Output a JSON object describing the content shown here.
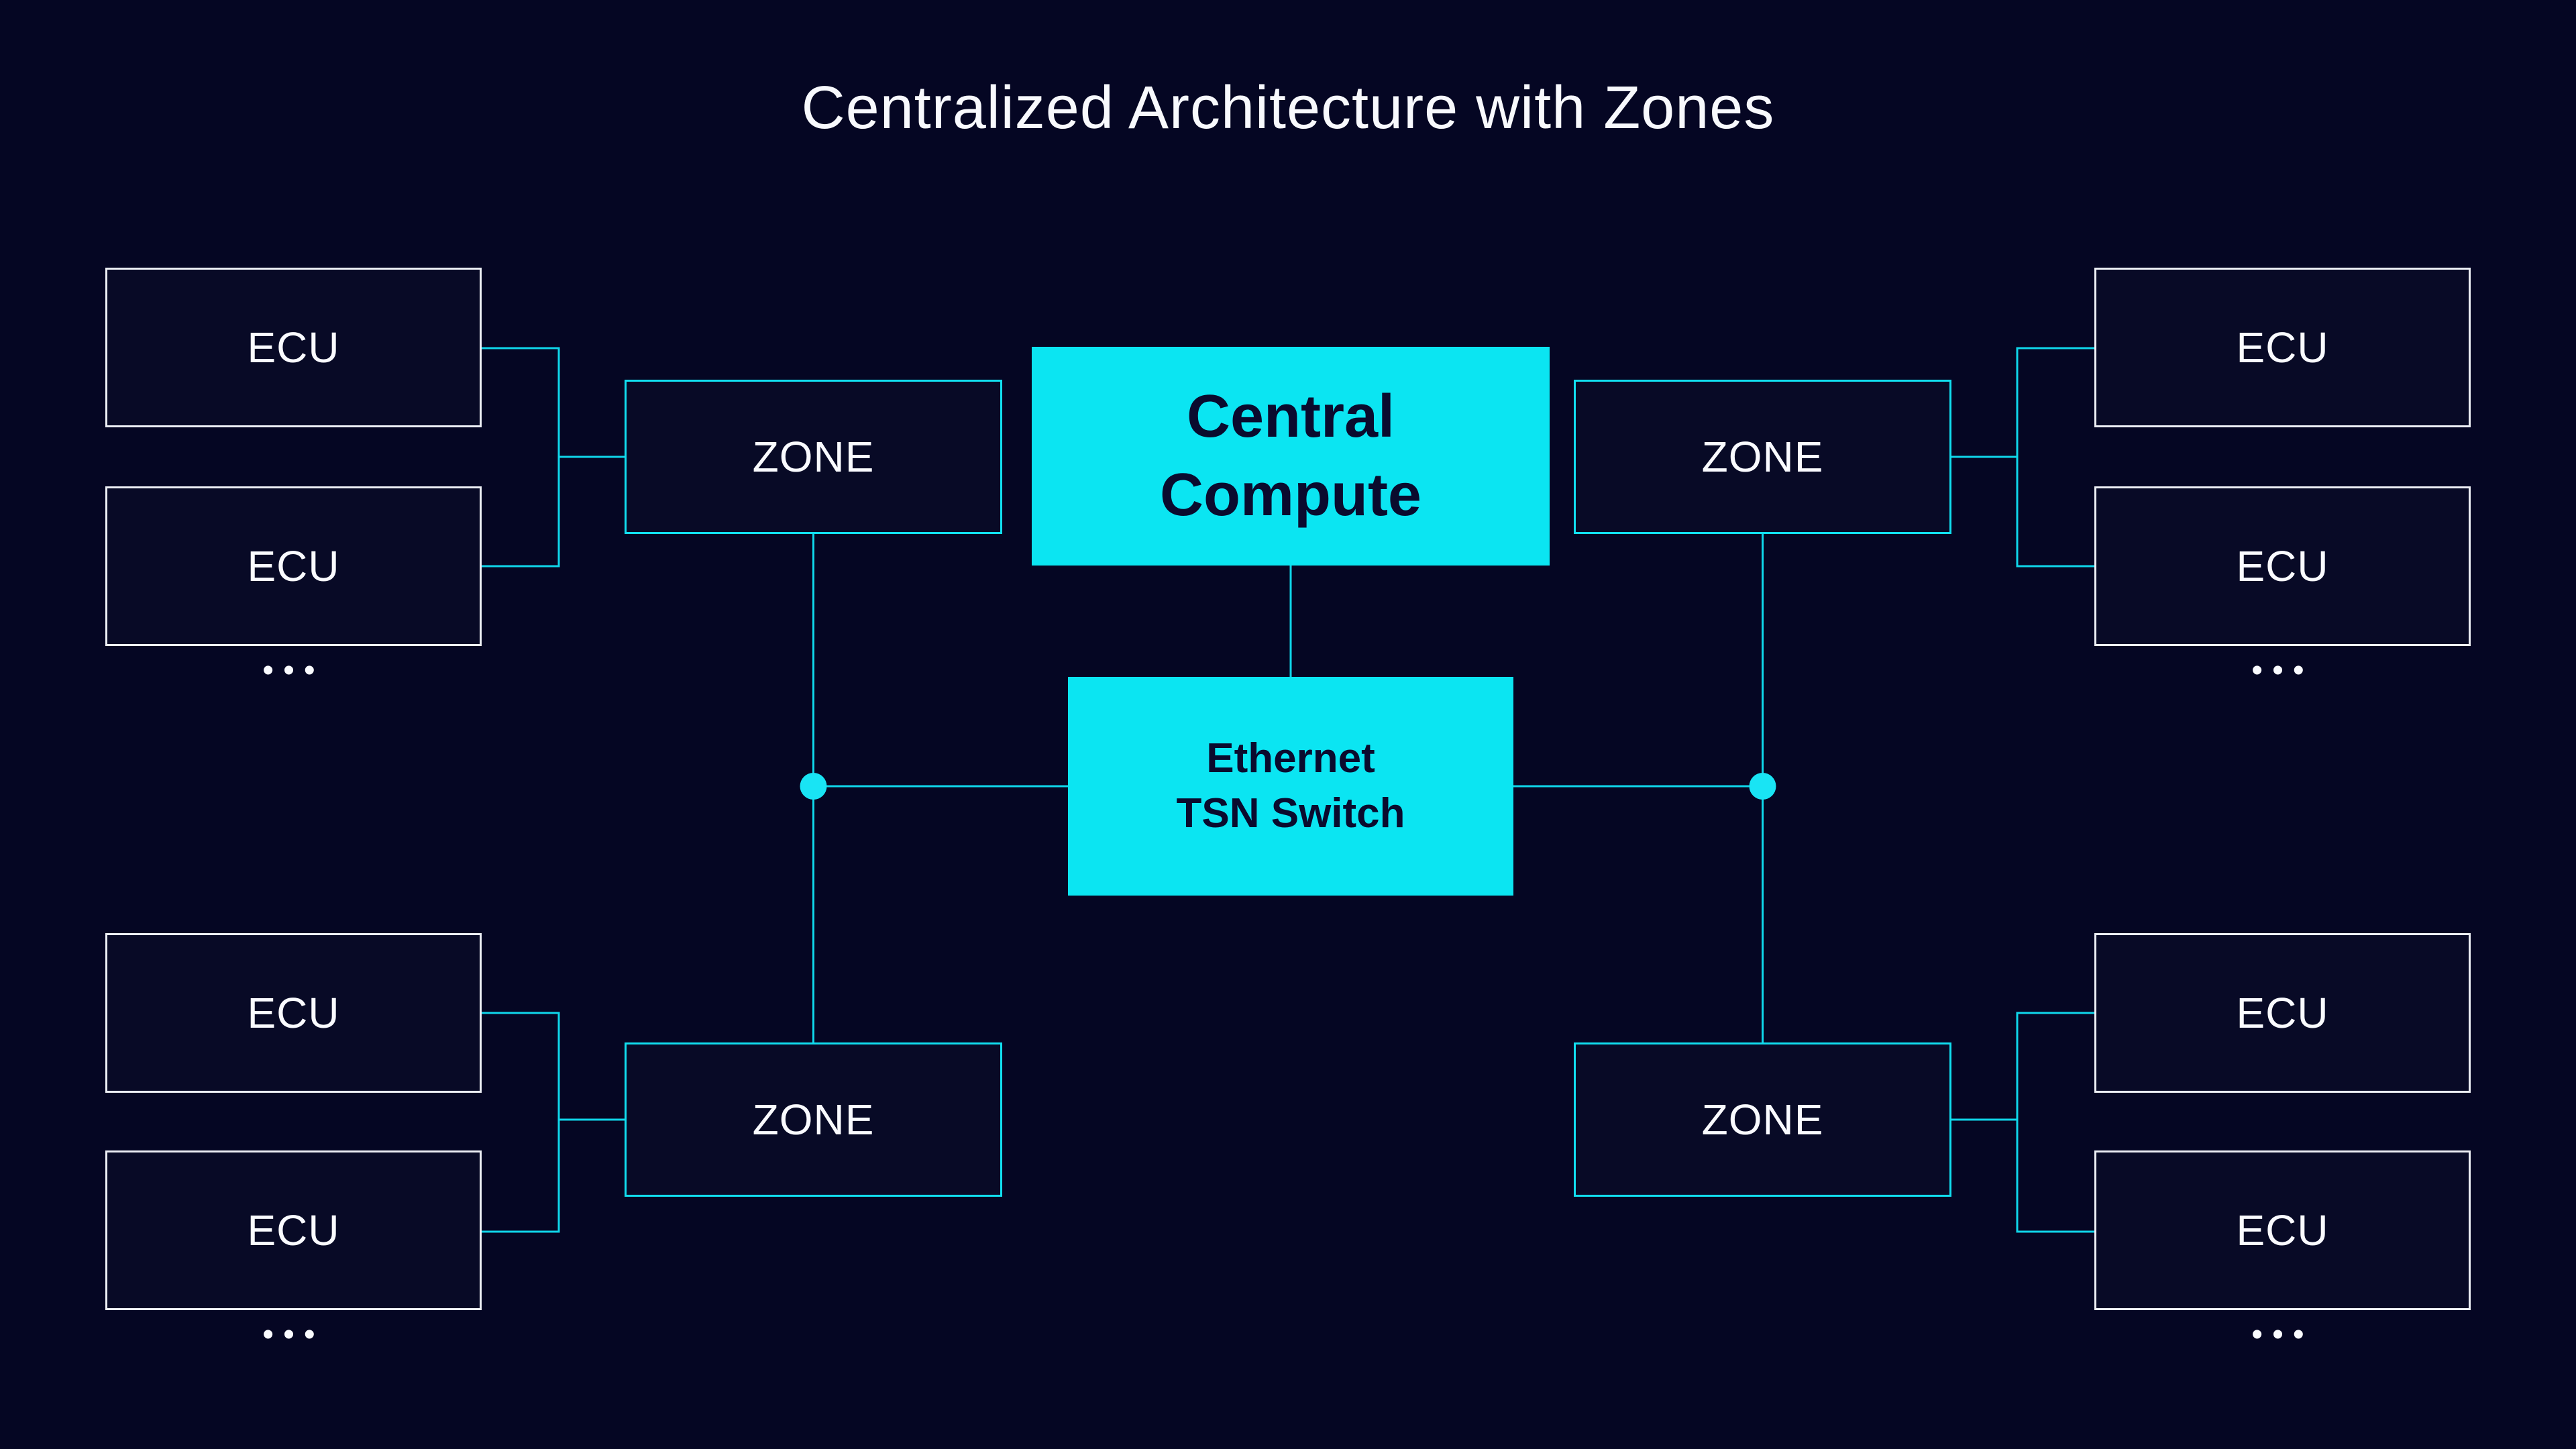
{
  "title": "Centralized Architecture with Zones",
  "colors": {
    "background": "#050623",
    "node_fill": "#080A26",
    "cyan_fill": "#0BE5F2",
    "zone_border_cyan": "#11DFF0",
    "connector_cyan": "#0FD6EA",
    "junction_dot_cyan": "#19E4F4",
    "ecu_border_white": "#EDEFF5",
    "text_light": "#FAFBFF",
    "text_dark_on_cyan": "#0A0B2E"
  },
  "central_compute": {
    "line1": "Central",
    "line2": "Compute"
  },
  "ethernet_switch": {
    "line1": "Ethernet",
    "line2": "TSN Switch"
  },
  "quadrants": [
    {
      "id": "top-left",
      "zone_label": "ZONE",
      "ecus": [
        "ECU",
        "ECU"
      ],
      "more": "•••"
    },
    {
      "id": "top-right",
      "zone_label": "ZONE",
      "ecus": [
        "ECU",
        "ECU"
      ],
      "more": "•••"
    },
    {
      "id": "bottom-left",
      "zone_label": "ZONE",
      "ecus": [
        "ECU",
        "ECU"
      ],
      "more": "•••"
    },
    {
      "id": "bottom-right",
      "zone_label": "ZONE",
      "ecus": [
        "ECU",
        "ECU"
      ],
      "more": "•••"
    }
  ]
}
